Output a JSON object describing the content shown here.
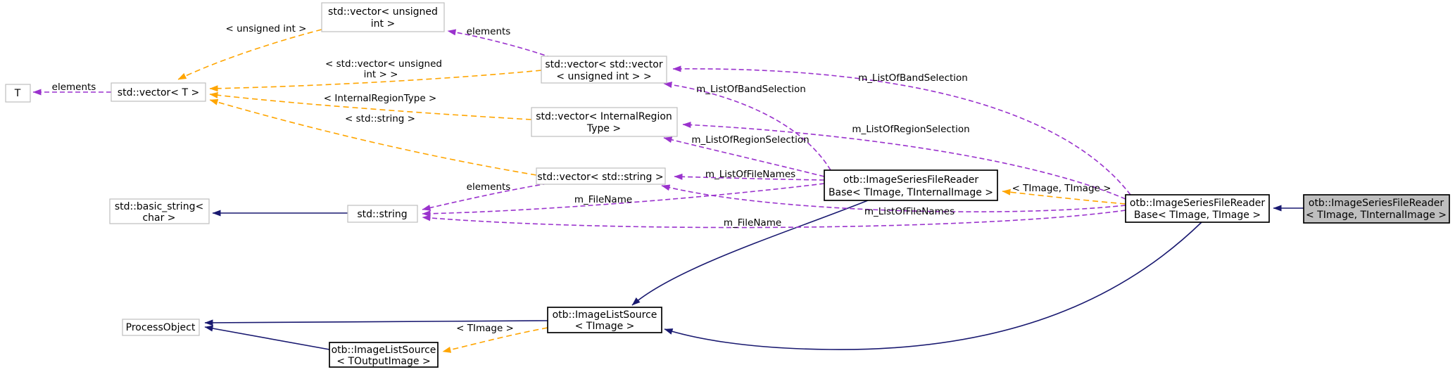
{
  "diagram": {
    "type": "doxygen-collaboration-graph",
    "colors": {
      "inheritance_edge": "#191970",
      "usage_edge": "#9a32cd",
      "template_edge": "#ffa500",
      "documented_node_border": "#000000",
      "external_node_border": "#bfbfbf",
      "node_fill": "#ffffff",
      "current_node_fill": "#bfbfbf",
      "text": "#000000",
      "background": "#ffffff"
    },
    "nodes": {
      "t": {
        "label": "T"
      },
      "vector_t": {
        "label": "std::vector< T >"
      },
      "vector_uint": {
        "line1": "std::vector< unsigned",
        "line2": "int >"
      },
      "vector_vector_uint": {
        "line1": "std::vector< std::vector",
        "line2": "< unsigned int > >"
      },
      "vector_region": {
        "line1": "std::vector< InternalRegion",
        "line2": "Type >"
      },
      "vector_string": {
        "label": "std::vector< std::string >"
      },
      "basic_string": {
        "line1": "std::basic_string<",
        "line2": "char >"
      },
      "string": {
        "label": "std::string"
      },
      "reader_base_internal": {
        "line1": "otb::ImageSeriesFileReader",
        "line2": "Base< TImage, TInternalImage >"
      },
      "reader_base_image": {
        "line1": "otb::ImageSeriesFileReader",
        "line2": "Base< TImage, TImage >"
      },
      "reader_current": {
        "line1": "otb::ImageSeriesFileReader",
        "line2": "< TImage, TInternalImage >"
      },
      "process_object": {
        "label": "ProcessObject"
      },
      "image_list_source_timage": {
        "line1": "otb::ImageListSource",
        "line2": "< TImage >"
      },
      "image_list_source_toutput": {
        "line1": "otb::ImageListSource",
        "line2": "< TOutputImage >"
      }
    },
    "labels": {
      "elements_t": "elements",
      "elements_uint": "elements",
      "elements_string": "elements",
      "tpl_uint": "< unsigned int >",
      "tpl_vec_uint_1": "< std::vector< unsigned",
      "tpl_vec_uint_2": "int > >",
      "tpl_region": "< InternalRegionType >",
      "tpl_string": "< std::string >",
      "tpl_timage_timage": "< TImage, TImage >",
      "tpl_timage": "< TImage >",
      "band_internal": "m_ListOfBandSelection",
      "band_image": "m_ListOfBandSelection",
      "region_internal": "m_ListOfRegionSelection",
      "region_image": "m_ListOfRegionSelection",
      "files_internal": "m_ListOfFileNames",
      "files_image": "m_ListOfFileNames",
      "file_internal": "m_FileName",
      "file_image": "m_FileName"
    }
  }
}
